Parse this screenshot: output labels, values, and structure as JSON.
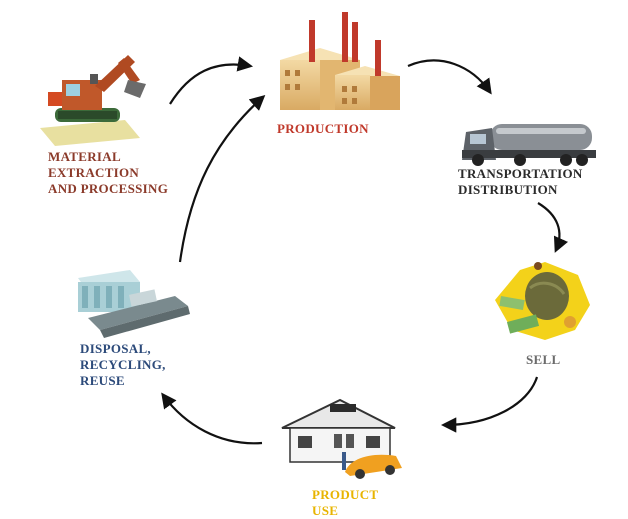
{
  "stages": {
    "material": {
      "lines": [
        "MATERIAL",
        "EXTRACTION",
        "AND PROCESSING"
      ],
      "color": "#8b3a2a",
      "icon": "excavator-icon"
    },
    "production": {
      "lines": [
        "PRODUCTION"
      ],
      "color": "#c0392b",
      "icon": "factory-icon"
    },
    "transport": {
      "lines": [
        "TRANSPORTATION",
        "DISTRIBUTION"
      ],
      "color": "#2b2b2b",
      "icon": "tanker-truck-icon"
    },
    "sell": {
      "lines": [
        "SELL"
      ],
      "color": "#6b6b6b",
      "icon": "money-globe-icon"
    },
    "product_use": {
      "lines": [
        "PRODUCT",
        "USE"
      ],
      "color": "#e8b400",
      "icon": "house-car-icon"
    },
    "disposal": {
      "lines": [
        "DISPOSAL,",
        "RECYCLING,",
        "REUSE"
      ],
      "color": "#2c4a7a",
      "icon": "recycling-plant-icon"
    }
  }
}
